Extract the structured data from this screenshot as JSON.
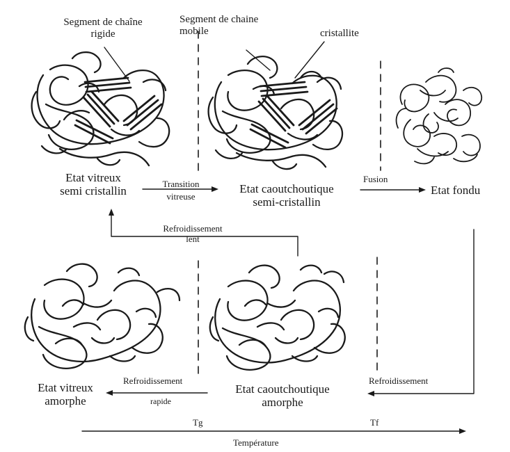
{
  "annotations": {
    "rigid_segment": "Segment de chaîne\nrigide",
    "mobile_segment": "Segment de chaine\nmobile",
    "crystallite": "cristallite"
  },
  "states": {
    "glassy_semicrystalline": "Etat vitreux\nsemi cristallin",
    "rubbery_semicrystalline": "Etat caoutchoutique\nsemi-cristallin",
    "melt": "Etat fondu",
    "glassy_amorphous": "Etat vitreux\namorphe",
    "rubbery_amorphous": "Etat caoutchoutique\namorphe"
  },
  "transitions": {
    "glass_transition": "Transition\nvitreuse",
    "fusion": "Fusion",
    "slow_cooling": "Refroidissement\nlent",
    "fast_cooling_top": "Refroidissement",
    "fast_cooling_bottom": "rapide",
    "cooling_right": "Refroidissement"
  },
  "axis": {
    "tg": "Tg",
    "tf": "Tf",
    "label": "Température"
  },
  "colors": {
    "ink": "#1a1a1a",
    "paper": "#ffffff"
  }
}
